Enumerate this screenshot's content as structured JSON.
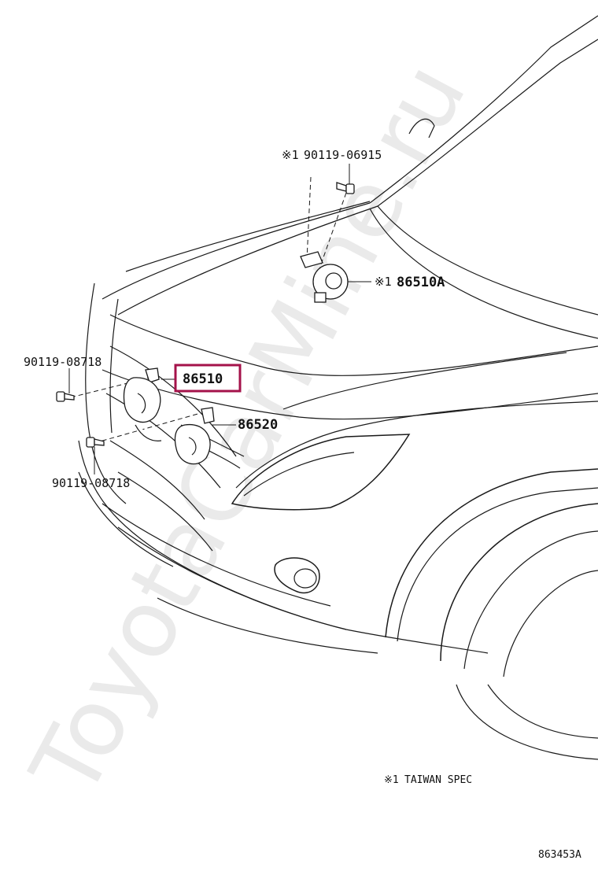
{
  "watermark": "ToyotaCarMine.ru",
  "parts": {
    "bolt_upper": {
      "mark": "※1",
      "number": "90119-06915"
    },
    "horn_taiwan": {
      "mark": "※1",
      "number": "86510A"
    },
    "bolt_left_upper": {
      "number": "90119-08718"
    },
    "horn_high": {
      "number": "86510",
      "highlight_color": "#a4124a"
    },
    "horn_low": {
      "number": "86520"
    },
    "bolt_left_lower": {
      "number": "90119-08718"
    }
  },
  "footnote": {
    "mark": "※1",
    "text": "TAIWAN SPEC"
  },
  "figure_id": "863453A"
}
